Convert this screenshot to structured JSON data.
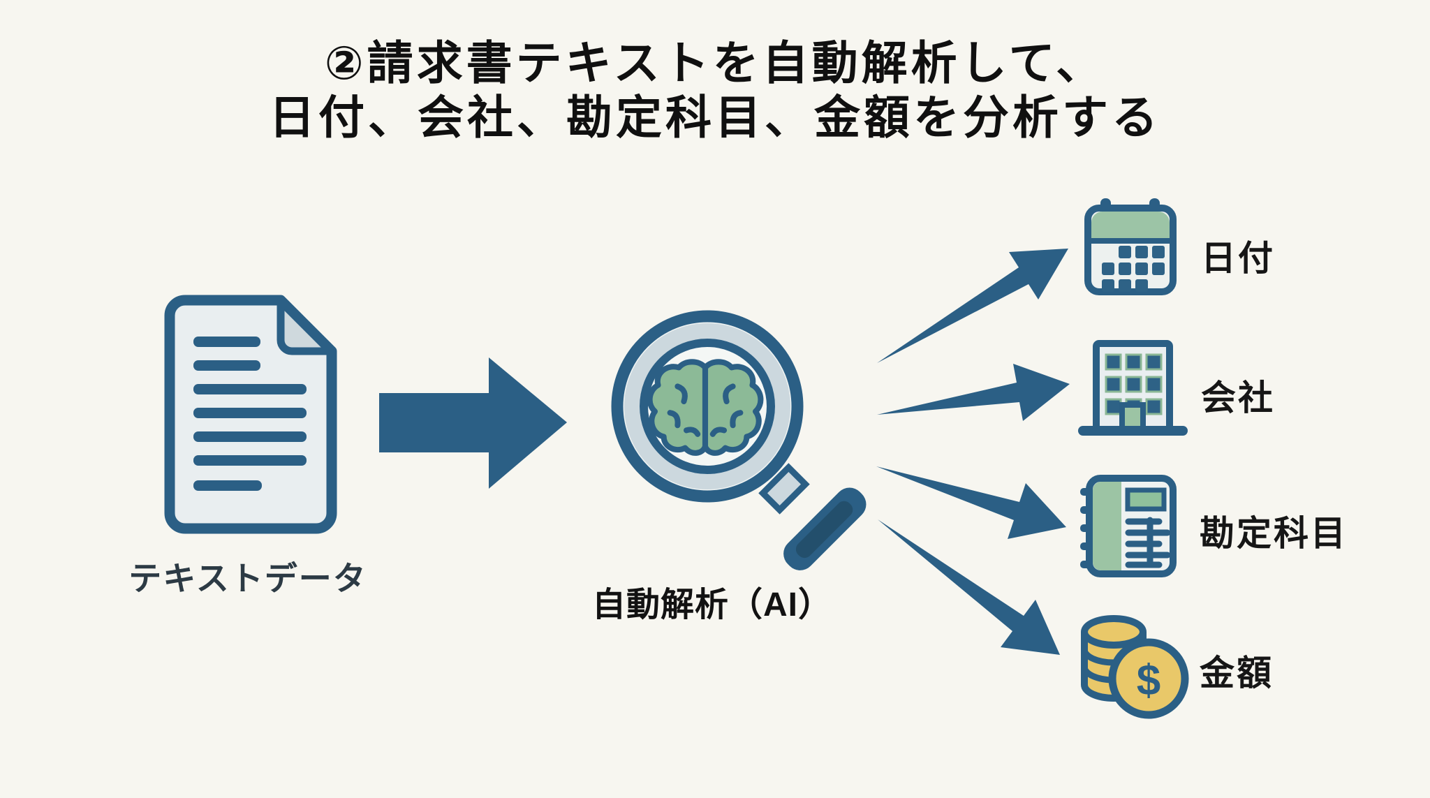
{
  "title": {
    "line1": "②請求書テキストを自動解析して、",
    "line2": "日付、会社、勘定科目、金額を分析する"
  },
  "source": {
    "label": "テキストデータ",
    "icon": "document-icon"
  },
  "process": {
    "label": "自動解析（AI）",
    "icon": "magnifier-brain-icon"
  },
  "outputs": [
    {
      "label": "日付",
      "icon": "calendar-icon"
    },
    {
      "label": "会社",
      "icon": "building-icon"
    },
    {
      "label": "勘定科目",
      "icon": "ledger-icon"
    },
    {
      "label": "金額",
      "icon": "coins-icon"
    }
  ],
  "coin_symbol": "$",
  "colors": {
    "background": "#f7f6f0",
    "primary_blue": "#2b5f85",
    "dark_blue_fill": "#2e6286",
    "light_blue_gray": "#ccd8de",
    "icon_body": "#e9eef0",
    "accent_green": "#9cc4a4",
    "brain_green": "#8cba97",
    "coin_yellow": "#e9c869",
    "title_text": "#101010",
    "source_label_text": "#2c3a44",
    "output_label_text": "#161616"
  }
}
